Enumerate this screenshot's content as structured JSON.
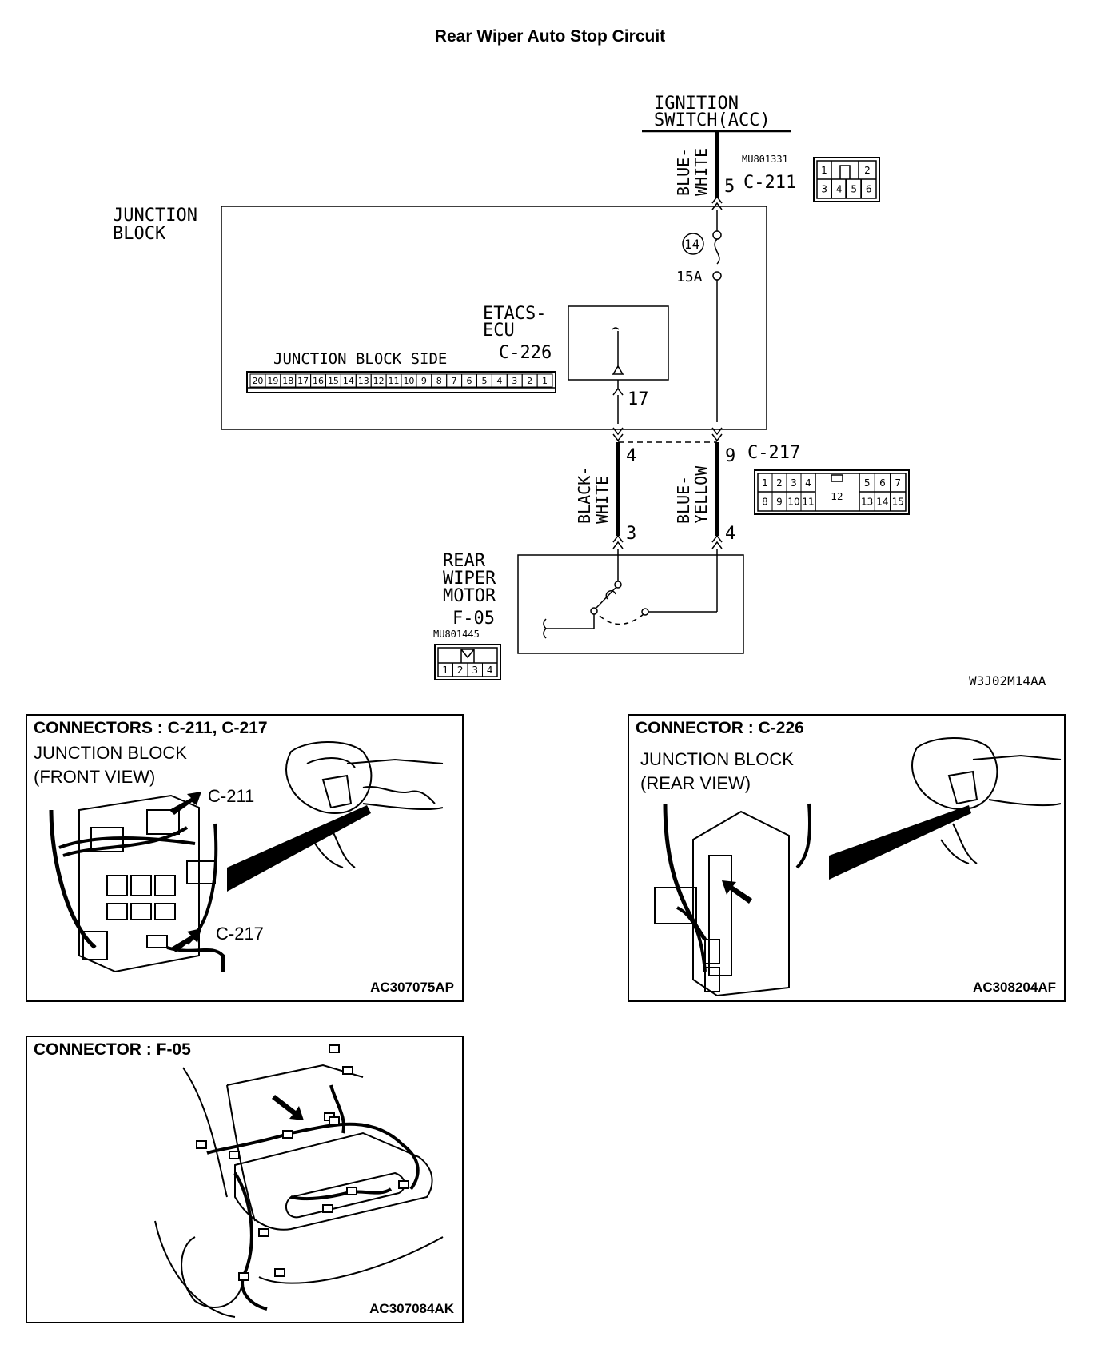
{
  "title": "Rear Wiper Auto Stop Circuit",
  "diagram_code": "W3J02M14AA",
  "ignition_switch": {
    "line1": "IGNITION",
    "line2": "SWITCH(ACC)"
  },
  "junction_block": {
    "line1": "JUNCTION",
    "line2": "BLOCK"
  },
  "connector_c211": {
    "part_no": "MU801331",
    "label": "C-211",
    "pin": "5",
    "wire_line1": "BLUE-",
    "wire_line2": "WHITE",
    "top_pins": [
      "1",
      "2"
    ],
    "bottom_pins": [
      "3",
      "4",
      "5",
      "6"
    ]
  },
  "fuse": {
    "number": "14",
    "rating": "15A"
  },
  "etacs": {
    "line1": "ETACS-",
    "line2": "ECU",
    "connector": "C-226",
    "pin": "17"
  },
  "jb_side": {
    "label": "JUNCTION BLOCK SIDE",
    "pins": [
      "20",
      "19",
      "18",
      "17",
      "16",
      "15",
      "14",
      "13",
      "12",
      "11",
      "10",
      "9",
      "8",
      "7",
      "6",
      "5",
      "4",
      "3",
      "2",
      "1"
    ]
  },
  "connector_c217": {
    "label": "C-217",
    "pin_left": "4",
    "pin_right": "9",
    "top_pins": [
      "1",
      "2",
      "3",
      "4",
      "5",
      "6",
      "7"
    ],
    "bottom_pins": [
      "8",
      "9",
      "10",
      "11",
      "13",
      "14",
      "15"
    ],
    "center_pin": "12"
  },
  "wire_black_white": {
    "line1": "BLACK-",
    "line2": "WHITE"
  },
  "wire_blue_yellow": {
    "line1": "BLUE-",
    "line2": "YELLOW"
  },
  "motor": {
    "line1": "REAR",
    "line2": "WIPER",
    "line3": "MOTOR",
    "connector": "F-05",
    "part_no": "MU801445",
    "pin_left": "3",
    "pin_right": "4",
    "pins": [
      "1",
      "2",
      "3",
      "4"
    ]
  },
  "panel1": {
    "title": "CONNECTORS : C-211, C-217",
    "sub_line1": "JUNCTION BLOCK",
    "sub_line2": "(FRONT VIEW)",
    "callout_a": "C-211",
    "callout_b": "C-217",
    "code": "AC307075AP"
  },
  "panel2": {
    "title": "CONNECTOR : C-226",
    "sub_line1": "JUNCTION BLOCK",
    "sub_line2": "(REAR VIEW)",
    "code": "AC308204AF"
  },
  "panel3": {
    "title": "CONNECTOR : F-05",
    "code": "AC307084AK"
  }
}
